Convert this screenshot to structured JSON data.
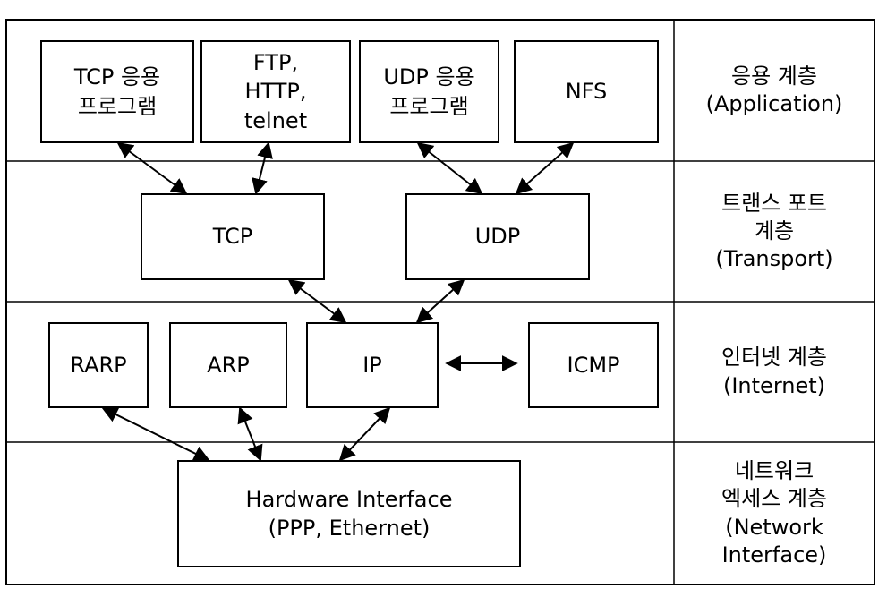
{
  "layers": [
    {
      "id": "application",
      "label": "응용 계층\n(Application)"
    },
    {
      "id": "transport",
      "label": "트랜스 포트\n계층\n(Transport)"
    },
    {
      "id": "internet",
      "label": "인터넷 계층\n(Internet)"
    },
    {
      "id": "network",
      "label": "네트워크\n엑세스 계층\n(Network\nInterface)"
    }
  ],
  "boxes": {
    "tcp_app": "TCP 응용\n프로그램",
    "ftp_http_telnet": "FTP,\nHTTP,\ntelnet",
    "udp_app": "UDP 응용\n프로그램",
    "nfs": "NFS",
    "tcp": "TCP",
    "udp": "UDP",
    "rarp": "RARP",
    "arp": "ARP",
    "ip": "IP",
    "icmp": "ICMP",
    "hardware": "Hardware  Interface\n(PPP, Ethernet)"
  },
  "connections": [
    {
      "from": "tcp_app",
      "to": "tcp",
      "direction": "bidirectional"
    },
    {
      "from": "ftp_http_telnet",
      "to": "tcp",
      "direction": "bidirectional"
    },
    {
      "from": "udp_app",
      "to": "udp",
      "direction": "bidirectional"
    },
    {
      "from": "nfs",
      "to": "udp",
      "direction": "bidirectional"
    },
    {
      "from": "tcp",
      "to": "ip",
      "direction": "bidirectional"
    },
    {
      "from": "udp",
      "to": "ip",
      "direction": "bidirectional"
    },
    {
      "from": "ip",
      "to": "icmp",
      "direction": "bidirectional"
    },
    {
      "from": "rarp",
      "to": "hardware",
      "direction": "bidirectional"
    },
    {
      "from": "arp",
      "to": "hardware",
      "direction": "bidirectional"
    },
    {
      "from": "ip",
      "to": "hardware",
      "direction": "bidirectional"
    }
  ]
}
